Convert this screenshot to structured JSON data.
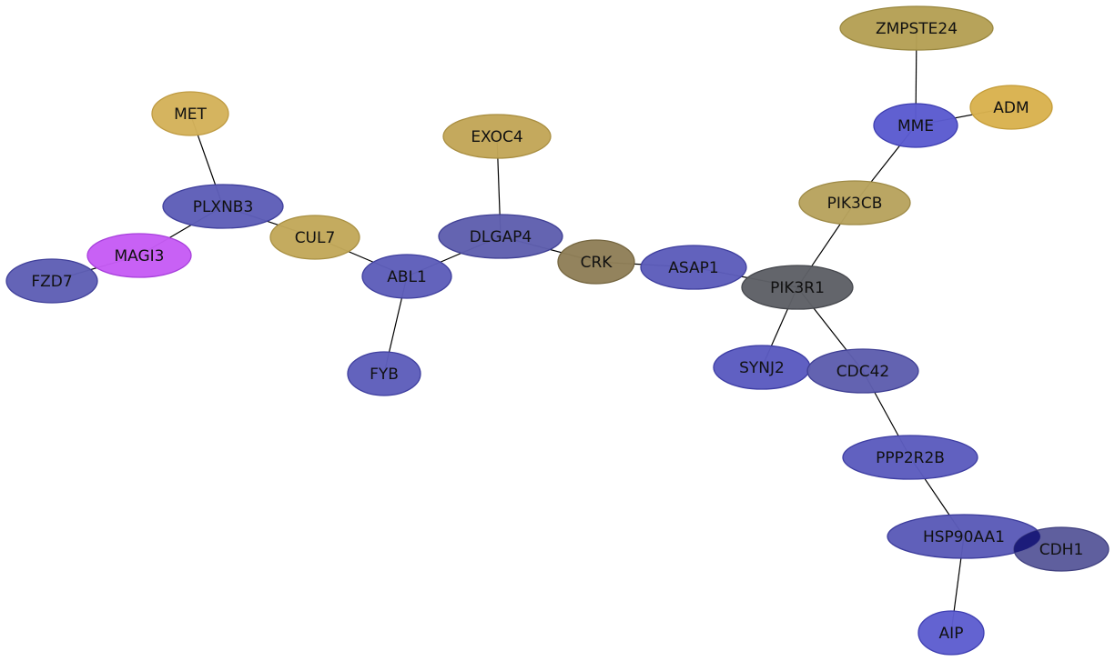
{
  "network": {
    "nodes": [
      {
        "id": "zmpste24",
        "label": "ZMPSTE24",
        "fill": "#b5a055",
        "stroke": "#9a8840"
      },
      {
        "id": "adm",
        "label": "ADM",
        "fill": "#d9b24e",
        "stroke": "#c49c38"
      },
      {
        "id": "mme",
        "label": "MME",
        "fill": "#5b5bd0",
        "stroke": "#3d3db0"
      },
      {
        "id": "met",
        "label": "MET",
        "fill": "#d4b25a",
        "stroke": "#bf9b42"
      },
      {
        "id": "exoc4",
        "label": "EXOC4",
        "fill": "#c2a658",
        "stroke": "#a98e40"
      },
      {
        "id": "pik3cb",
        "label": "PIK3CB",
        "fill": "#b8a35e",
        "stroke": "#9e8a46"
      },
      {
        "id": "plxnb3",
        "label": "PLXNB3",
        "fill": "#5e5eb8",
        "stroke": "#3f3f9c"
      },
      {
        "id": "cul7",
        "label": "CUL7",
        "fill": "#c2a85a",
        "stroke": "#a99042"
      },
      {
        "id": "dlgap4",
        "label": "DLGAP4",
        "fill": "#5f5fae",
        "stroke": "#404095"
      },
      {
        "id": "magi3",
        "label": "MAGI3",
        "fill": "#c65cf5",
        "stroke": "#a840dc"
      },
      {
        "id": "crk",
        "label": "CRK",
        "fill": "#8f7f58",
        "stroke": "#756640"
      },
      {
        "id": "asap1",
        "label": "ASAP1",
        "fill": "#5d5dbb",
        "stroke": "#3e3e9e"
      },
      {
        "id": "abl1",
        "label": "ABL1",
        "fill": "#5e5eba",
        "stroke": "#3f3f9e"
      },
      {
        "id": "fzd7",
        "label": "FZD7",
        "fill": "#5f5fb5",
        "stroke": "#40409a"
      },
      {
        "id": "pik3r1",
        "label": "PIK3R1",
        "fill": "#5e6066",
        "stroke": "#45474d"
      },
      {
        "id": "synj2",
        "label": "SYNJ2",
        "fill": "#5b5bc0",
        "stroke": "#3c3ca4"
      },
      {
        "id": "cdc42",
        "label": "CDC42",
        "fill": "#5e5eae",
        "stroke": "#3f3f94"
      },
      {
        "id": "fyb",
        "label": "FYB",
        "fill": "#5e5ebb",
        "stroke": "#3f3f9f"
      },
      {
        "id": "ppp2r2b",
        "label": "PPP2R2B",
        "fill": "#5c5cbe",
        "stroke": "#3d3da2"
      },
      {
        "id": "hsp90aa1",
        "label": "HSP90AA1",
        "fill": "#5b5bb8",
        "stroke": "#3c3c9c"
      },
      {
        "id": "cdh1",
        "label": "CDH1",
        "fill": "#5c5c9c",
        "stroke": "#414180"
      },
      {
        "id": "aip",
        "label": "AIP",
        "fill": "#5e5ed0",
        "stroke": "#3f3fb2"
      }
    ],
    "edges": [
      [
        "zmpste24",
        "mme"
      ],
      [
        "adm",
        "mme"
      ],
      [
        "mme",
        "pik3cb"
      ],
      [
        "pik3cb",
        "pik3r1"
      ],
      [
        "met",
        "plxnb3"
      ],
      [
        "plxnb3",
        "magi3"
      ],
      [
        "plxnb3",
        "cul7"
      ],
      [
        "magi3",
        "fzd7"
      ],
      [
        "cul7",
        "abl1"
      ],
      [
        "abl1",
        "dlgap4"
      ],
      [
        "abl1",
        "fyb"
      ],
      [
        "exoc4",
        "dlgap4"
      ],
      [
        "dlgap4",
        "crk"
      ],
      [
        "crk",
        "asap1"
      ],
      [
        "asap1",
        "pik3r1"
      ],
      [
        "pik3r1",
        "synj2"
      ],
      [
        "pik3r1",
        "cdc42"
      ],
      [
        "cdc42",
        "ppp2r2b"
      ],
      [
        "ppp2r2b",
        "hsp90aa1"
      ],
      [
        "hsp90aa1",
        "aip"
      ]
    ]
  }
}
